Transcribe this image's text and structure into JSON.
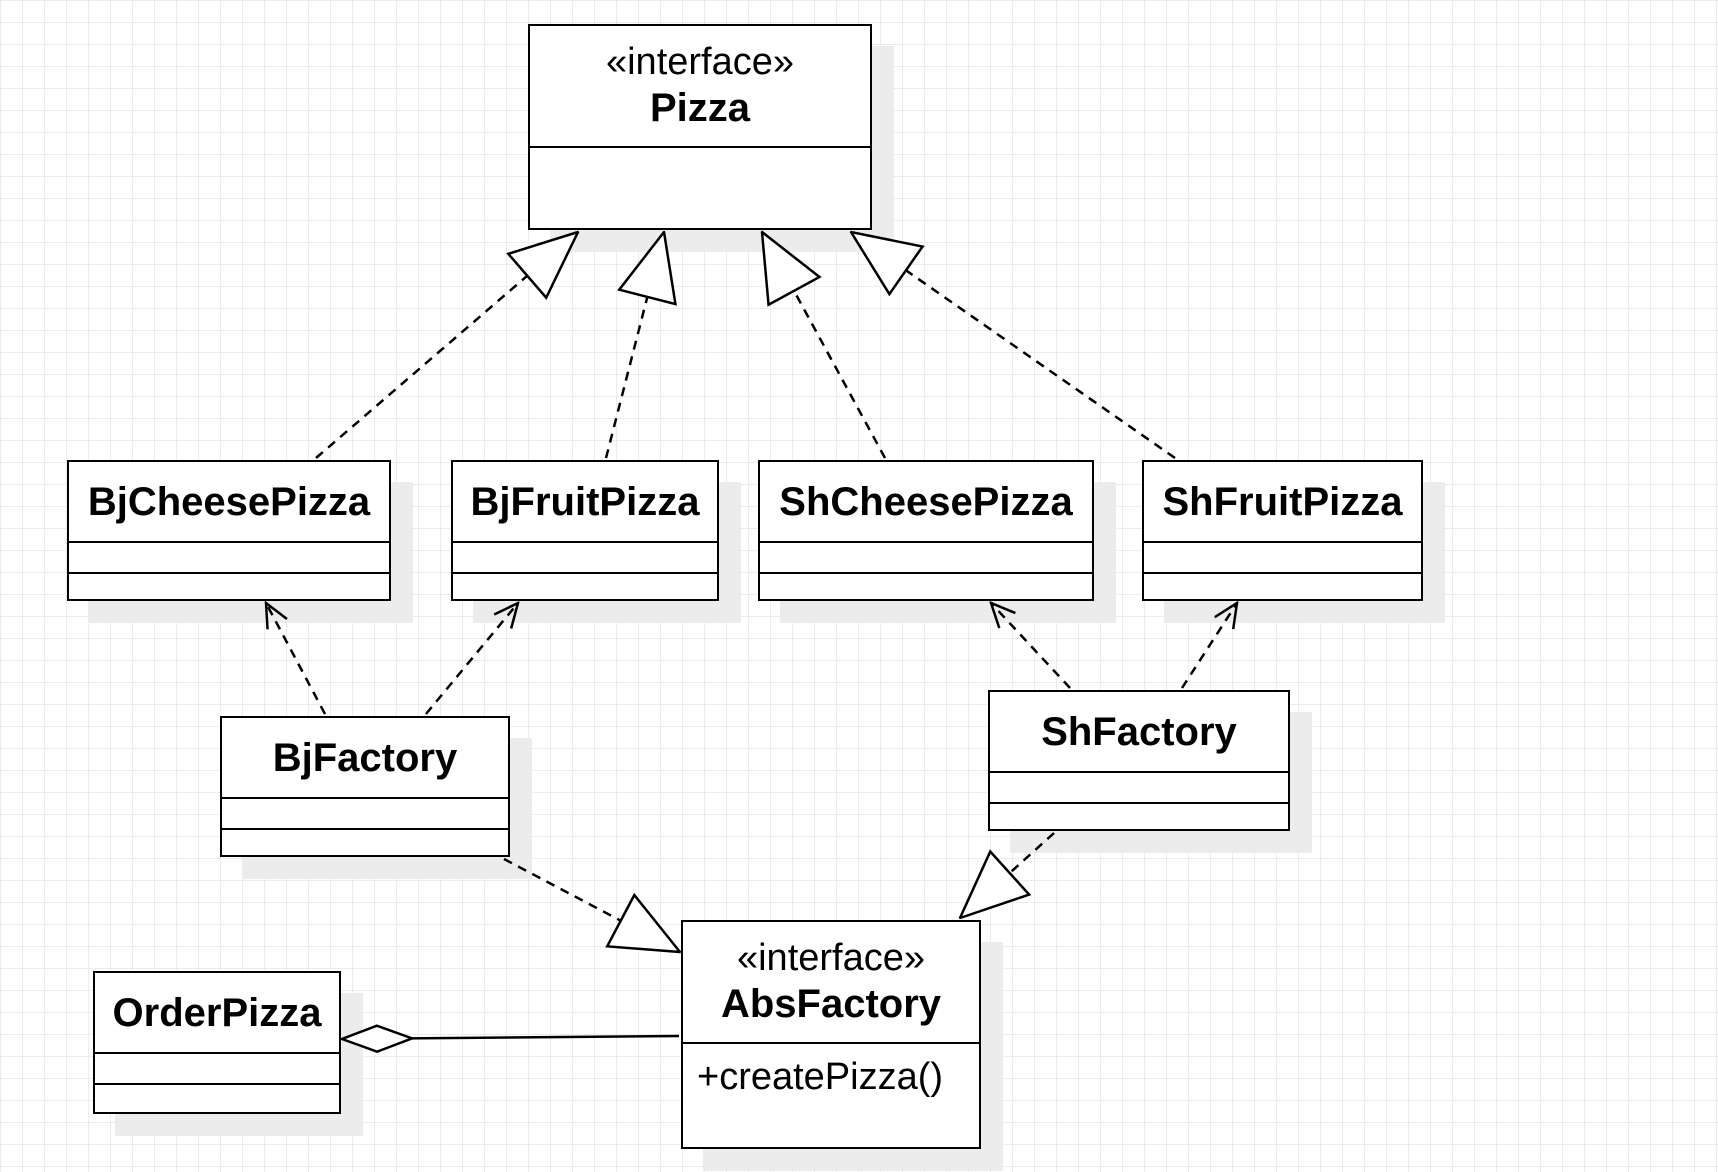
{
  "diagram": {
    "pizza": {
      "stereotype": "«interface»",
      "name": "Pizza"
    },
    "bj_cheese_pizza": {
      "name": "BjCheesePizza"
    },
    "bj_fruit_pizza": {
      "name": "BjFruitPizza"
    },
    "sh_cheese_pizza": {
      "name": "ShCheesePizza"
    },
    "sh_fruit_pizza": {
      "name": "ShFruitPizza"
    },
    "bj_factory": {
      "name": "BjFactory"
    },
    "sh_factory": {
      "name": "ShFactory"
    },
    "abs_factory": {
      "stereotype": "«interface»",
      "name": "AbsFactory",
      "operation": "+createPizza()"
    },
    "order_pizza": {
      "name": "OrderPizza"
    }
  }
}
